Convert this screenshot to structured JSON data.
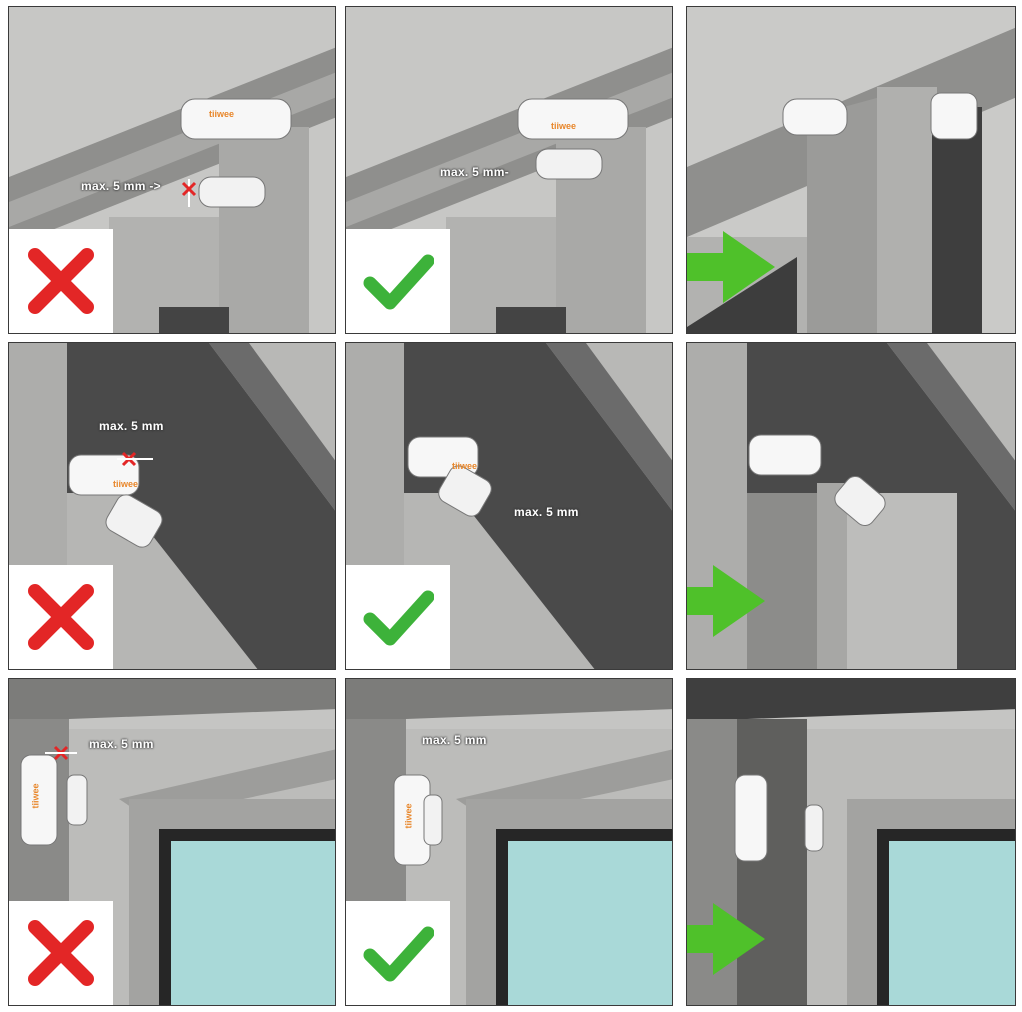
{
  "brand_label": "tiiwee",
  "measure_label": "max. 5 mm",
  "colors": {
    "wrong": "#e32626",
    "correct": "#3db23a",
    "arrow": "#4fc12a",
    "frame": "#9a9a98",
    "glass": "#a9d9d8",
    "sensor": "#f7f7f7"
  },
  "rows": [
    {
      "name": "row-top-mount",
      "panels": [
        {
          "verdict": "wrong",
          "icon": "cross-icon",
          "label": "max. 5 mm ->"
        },
        {
          "verdict": "correct",
          "icon": "check-icon",
          "label": "max. 5 mm-"
        },
        {
          "verdict": "result",
          "icon": "arrow-right-icon",
          "label": ""
        }
      ]
    },
    {
      "name": "row-side-mount",
      "panels": [
        {
          "verdict": "wrong",
          "icon": "cross-icon",
          "label": "max. 5 mm"
        },
        {
          "verdict": "correct",
          "icon": "check-icon",
          "label": "max. 5 mm"
        },
        {
          "verdict": "result",
          "icon": "arrow-right-icon",
          "label": ""
        }
      ]
    },
    {
      "name": "row-frame-mount",
      "panels": [
        {
          "verdict": "wrong",
          "icon": "cross-icon",
          "label": "max. 5 mm"
        },
        {
          "verdict": "correct",
          "icon": "check-icon",
          "label": "max. 5 mm"
        },
        {
          "verdict": "result",
          "icon": "arrow-right-icon",
          "label": ""
        }
      ]
    }
  ]
}
